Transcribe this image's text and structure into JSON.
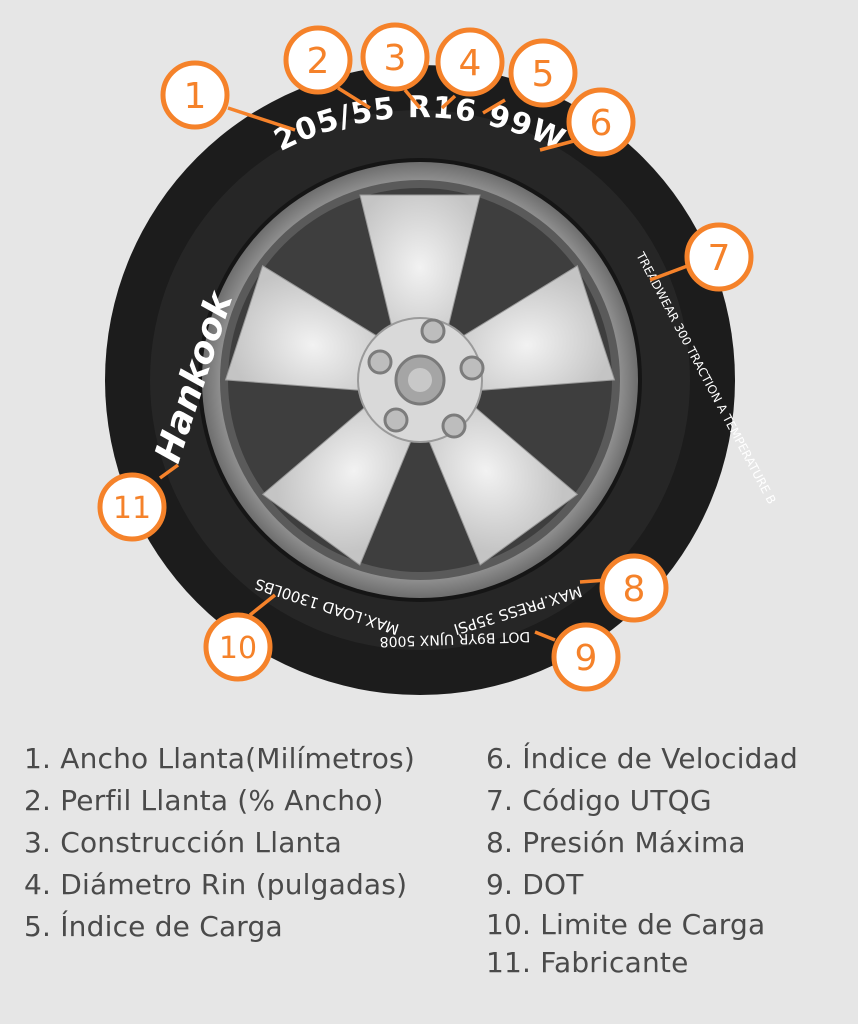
{
  "brand": "Hankook",
  "tire_markings": {
    "size_width": "205/55",
    "construction_diameter": "R16",
    "load_speed": "99W",
    "utqg": "TREADWEAR 300 TRACTION A TEMPERATURE B",
    "max_press": "MAX.PRESS 35PSI",
    "dot": "DOT   B9YR   UJNX   5008",
    "max_load": "MAX.LOAD 1300LBS"
  },
  "callouts": [
    "1",
    "2",
    "3",
    "4",
    "5",
    "6",
    "7",
    "8",
    "9",
    "10",
    "11"
  ],
  "legend": {
    "left": [
      "1. Ancho Llanta(Milímetros)",
      "2. Perfil Llanta (% Ancho)",
      "3. Construcción Llanta",
      "4. Diámetro Rin (pulgadas)",
      "5. Índice de Carga"
    ],
    "right": [
      "6. Índice de Velocidad",
      "7. Código UTQG",
      "8. Presión Máxima",
      "9. DOT",
      "10.  Limite de Carga",
      "11.  Fabricante"
    ]
  },
  "colors": {
    "accent": "#f5822a",
    "background": "#e6e6e6",
    "tire": "#1c1c1c",
    "sidewall_text": "#ffffff"
  }
}
